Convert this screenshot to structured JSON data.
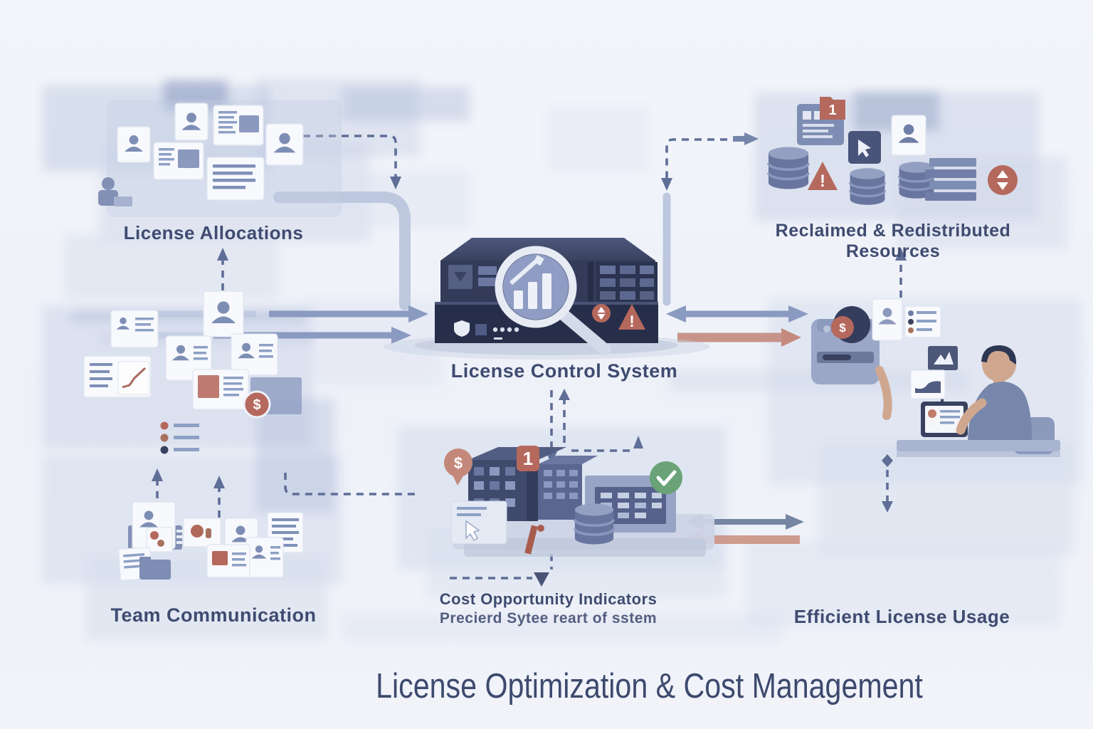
{
  "title": "License Optimization & Cost Management",
  "nodes": {
    "license_allocations": {
      "label": "License Allocations"
    },
    "reclaimed_resources": {
      "label": "Reclaimed & Redistributed Resources"
    },
    "license_control_system": {
      "label": "License Control System"
    },
    "team_communication": {
      "label": "Team Communication"
    },
    "cost_opportunity_indicators": {
      "label": "Cost Opportunity Indicators",
      "sublabel": "Precierd Sytee reart of sstem"
    },
    "efficient_license_usage": {
      "label": "Efficient License Usage"
    }
  },
  "icons": {
    "dollar": "$",
    "count_badge": "1",
    "warning": "!",
    "check": "✓"
  },
  "colors": {
    "accent_terracotta": "#b5685c",
    "accent_green": "#69a377",
    "server_navy": "#2e3550",
    "label_text": "#3f4b70",
    "arrow_blue": "#8a9ac0",
    "arrow_salmon": "#c48a7e",
    "pipe": "#bdc8df",
    "background": "#eef1f8"
  }
}
